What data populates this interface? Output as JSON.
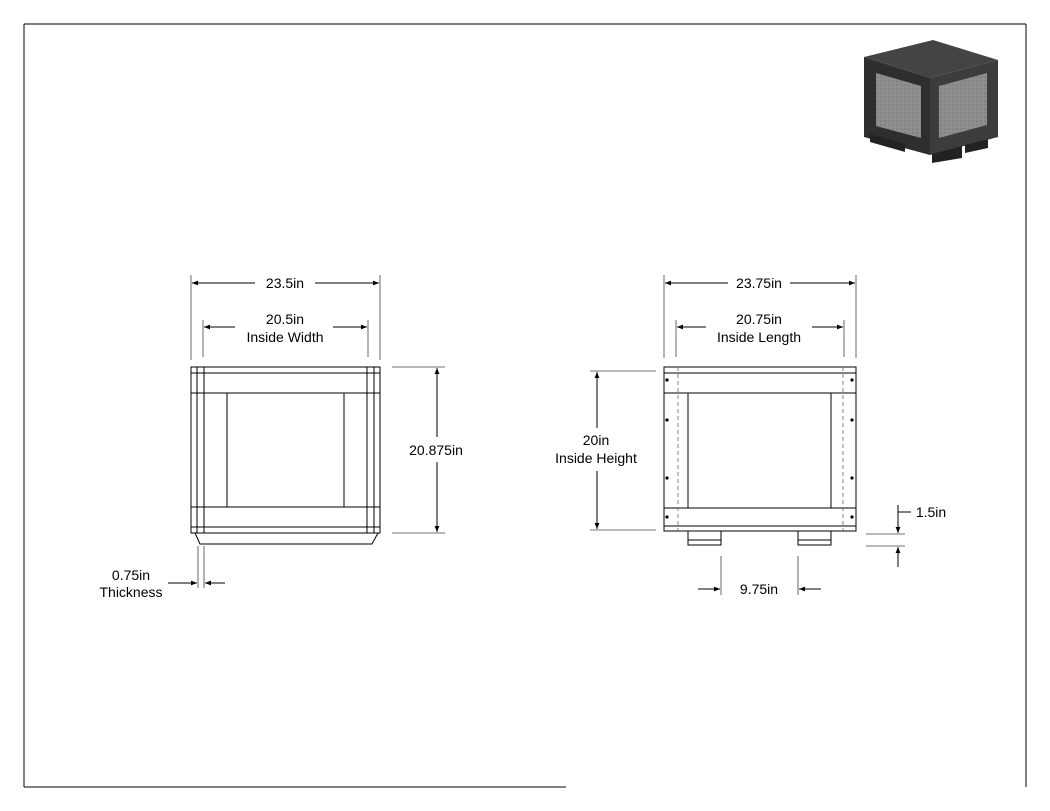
{
  "front_view": {
    "overall_width": "23.5in",
    "inside_width_value": "20.5in",
    "inside_width_label": "Inside Width",
    "overall_height": "20.875in",
    "thickness_value": "0.75in",
    "thickness_label": "Thickness"
  },
  "side_view": {
    "overall_length": "23.75in",
    "inside_length_value": "20.75in",
    "inside_length_label": "Inside Length",
    "inside_height_value": "20in",
    "inside_height_label": "Inside Height",
    "skid_height": "1.5in",
    "skid_spacing": "9.75in"
  },
  "colors": {
    "line": "#000000",
    "crate_dark": "#3a3a3a",
    "crate_panel": "#8a8a8a"
  }
}
